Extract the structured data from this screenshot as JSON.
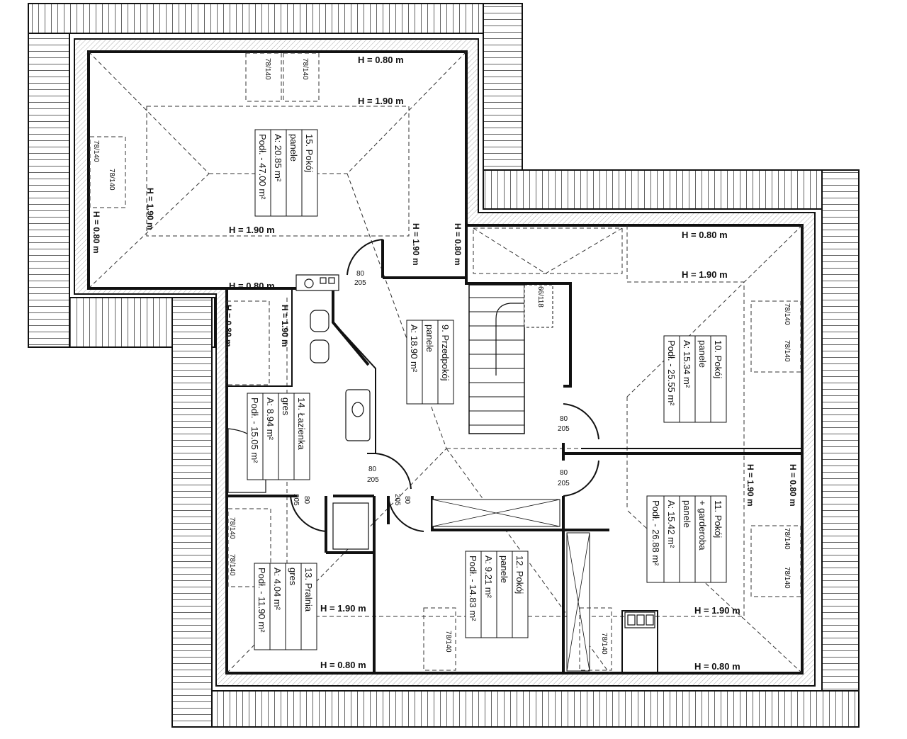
{
  "heights": {
    "h080": "H = 0.80 m",
    "h190": "H = 1.90 m"
  },
  "doors": {
    "size_top": "80",
    "size_bottom": "205"
  },
  "window_size": "78/140",
  "stair_window_size": "66/118",
  "rooms": {
    "r15": {
      "name": "15. Pokój",
      "floor": "panele",
      "area": "A: 20.85 m²",
      "gross": "Podł. - 47.00 m²"
    },
    "r9": {
      "name": "9. Przedpokój",
      "floor": "panele",
      "area": "A: 18.90 m²"
    },
    "r10": {
      "name": "10. Pokój",
      "floor": "panele",
      "area": "A: 15.34 m²",
      "gross": "Podł. - 25.55 m²"
    },
    "r11": {
      "name": "11. Pokój",
      "sub": "+ garderoba",
      "floor": "panele",
      "area": "A: 15.42 m²",
      "gross": "Podł. - 26.88 m²"
    },
    "r12": {
      "name": "12. Pokój",
      "floor": "panele",
      "area": "A: 9.21 m²",
      "gross": "Podł. - 14.83 m²"
    },
    "r13": {
      "name": "13. Pralnia",
      "floor": "gres",
      "area": "A: 4.04 m²",
      "gross": "Podł. - 11.90 m²"
    },
    "r14": {
      "name": "14. Łazienka",
      "floor": "gres",
      "area": "A: 8.94 m²",
      "gross": "Podł. - 15.05 m²"
    }
  }
}
